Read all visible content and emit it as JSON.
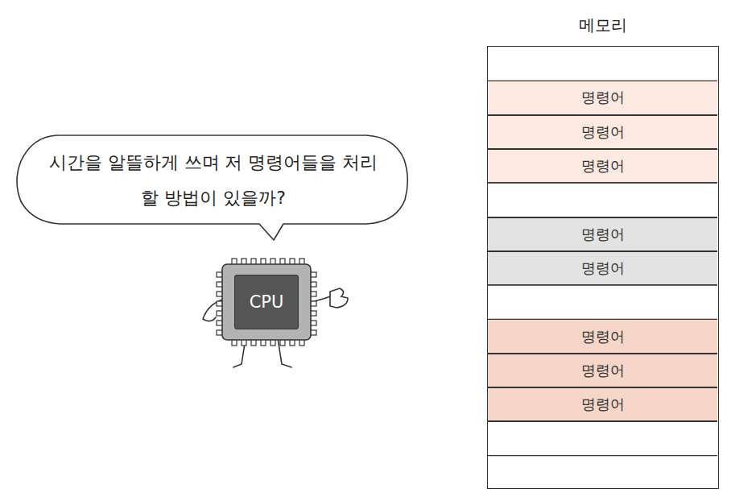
{
  "diagram": {
    "nodes": [
      {
        "text": [
          "시간을 알뜰하게 쓰며 저 명령어들을 처리할 방법이 있을까?"
        ]
      },
      {
        "text": [
          "CPU"
        ]
      },
      {
        "text": [
          "메모리"
        ]
      },
      {
        "text": [
          "명령어"
        ],
        "in": 2
      },
      {
        "text": [
          "명령어"
        ],
        "in": 2
      },
      {
        "text": [
          "명령어"
        ],
        "in": 2
      },
      {
        "text": [
          "명령어"
        ],
        "in": 2
      },
      {
        "text": [
          "명령어"
        ],
        "in": 2
      },
      {
        "text": [
          "명령어"
        ],
        "in": 2
      },
      {
        "text": [
          "명령어"
        ],
        "in": 2
      },
      {
        "text": [
          "명령어"
        ],
        "in": 2
      }
    ]
  }
}
